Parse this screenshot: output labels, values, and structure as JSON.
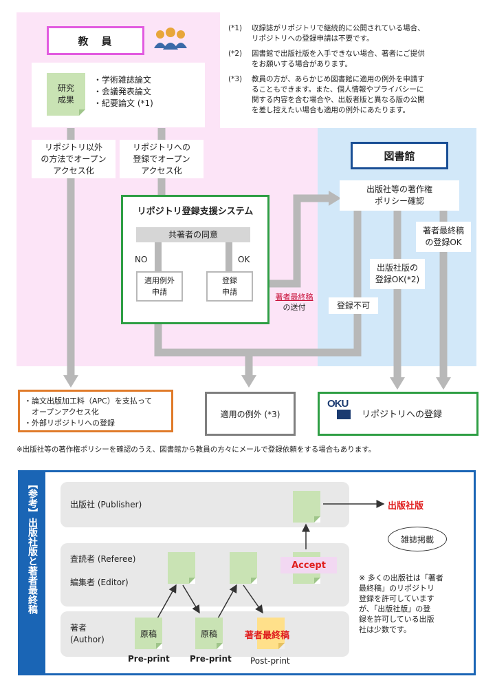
{
  "faculty": {
    "title": "教　員",
    "research_label": "研究\n成果",
    "research_items": [
      "・学術雑誌論文",
      "・会議発表論文",
      "・紀要論文 (*1)"
    ],
    "path_other": "リポジトリ以外\nの方法でオープン\nアクセス化",
    "path_repo": "リポジトリへの\n登録でオープン\nアクセス化"
  },
  "notes": [
    {
      "key": "(*1)",
      "text": "収録誌がリポジトリで継続的に公開されている場合、\nリポジトリへの登録申請は不要です。"
    },
    {
      "key": "(*2)",
      "text": "図書館で出版社版を入手できない場合、著者にご提供\nをお願いする場合があります。"
    },
    {
      "key": "(*3)",
      "text": "教員の方が、あらかじめ図書館に適用の例外を申請す\nることもできます。また、個人情報やプライバシーに\n関する内容を含む場合や、出版者版と異なる版の公開\nを差し控えたい場合も適用の例外にあたります。"
    }
  ],
  "library": {
    "title": "図書館",
    "policy_check": "出版社等の著作権\nポリシー確認",
    "author_final_ok": "著者最終稿\nの登録OK",
    "publisher_ok": "出版社版の\n登録OK(*2)",
    "not_allowed": "登録不可"
  },
  "system": {
    "title": "リポジトリ登録支援システム",
    "consent": "共著者の同意",
    "no": "NO",
    "ok": "OK",
    "exception_apply": "適用例外\n申請",
    "register_apply": "登録\n申請",
    "send_red": "著者最終稿",
    "send_suffix": "の送付"
  },
  "outcomes": {
    "apc_items": [
      "・論文出版加工料（APC）を支払って\n　オープンアクセス化",
      "・外部リポジトリへの登録"
    ],
    "exception": "適用の例外 (*3)",
    "repository": "リポジトリへの登録",
    "logo_text": "OKU"
  },
  "footnote": "※出版社等の著作権ポリシーを確認のうえ、図書館から教員の方々にメールで登録依頼をする場合もあります。",
  "reference": {
    "side_title": "【参考】出版社版と著者最終稿",
    "publisher_row": "出版社 (Publisher)",
    "referee_row": "査読者 (Referee)",
    "editor_row": "編集者 (Editor)",
    "author_row": "著者\n(Author)",
    "draft1": "原稿",
    "draft2": "原稿",
    "final": "著者最終稿",
    "accept": "Accept",
    "publisher_version": "出版社版",
    "journal": "雑誌掲載",
    "preprint1": "Pre-print",
    "preprint2": "Pre-print",
    "postprint": "Post-print",
    "side_note": "※ 多くの出版社は「著者\n最終稿」のリポジトリ\n登録を許可しています\nが、「出版社版」の登\n録を許可している出版\n社は少数です。"
  },
  "colors": {
    "pink": "#fce4f7",
    "blue": "#d2e8f9",
    "green": "#2e9e44",
    "orange": "#e07b2a",
    "navy": "#1a4f95",
    "red": "#e02020"
  }
}
